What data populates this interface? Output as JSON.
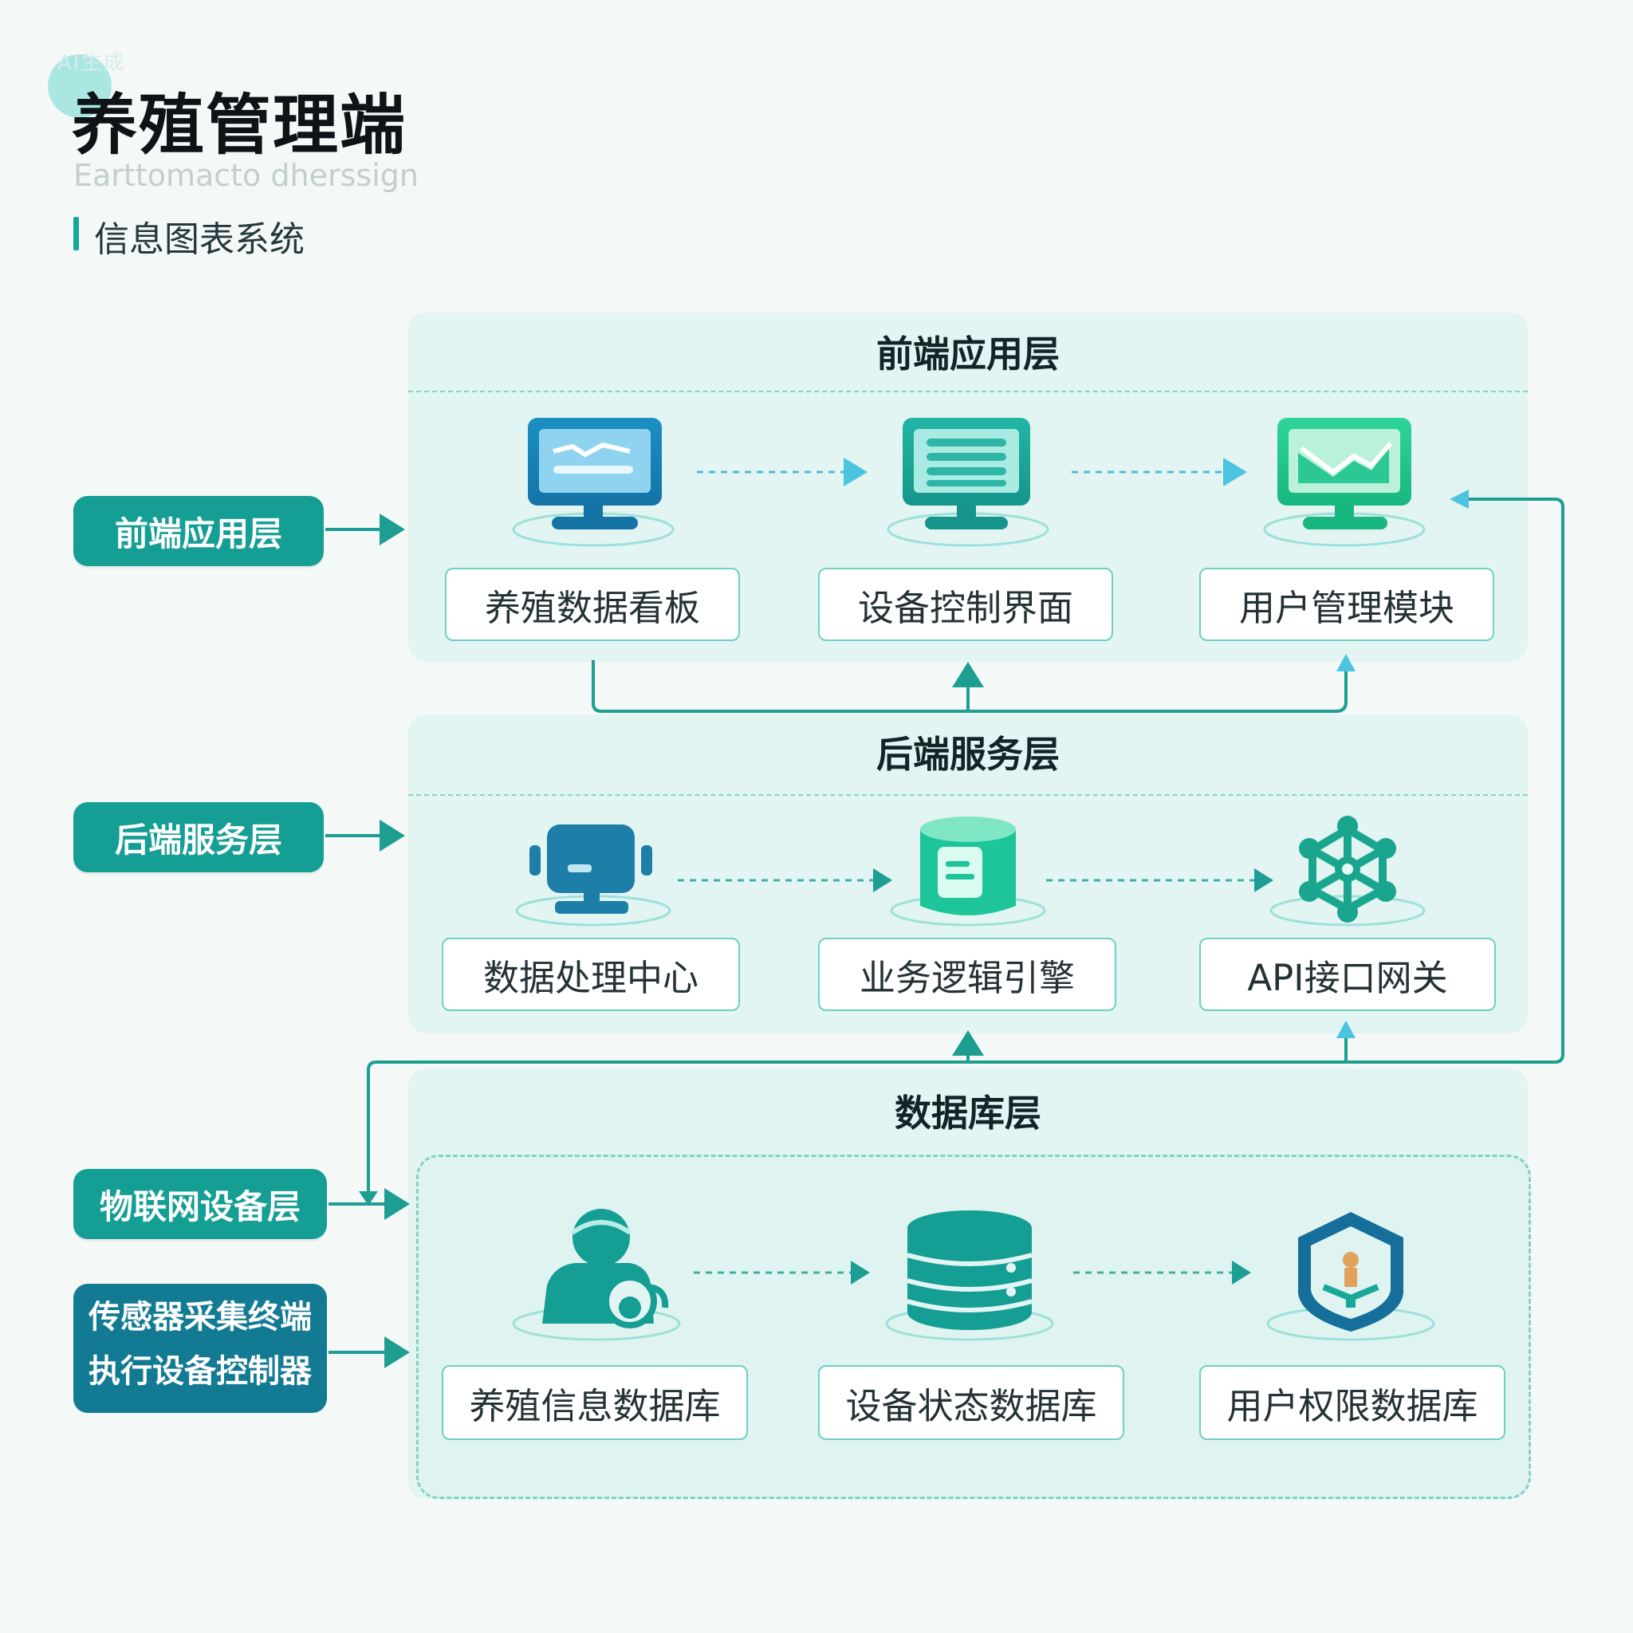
{
  "header": {
    "watermark": "AI生成",
    "title": "养殖管理端",
    "subtitle_en": "Earttomacto dherssign",
    "subtitle_cn": "信息图表系统"
  },
  "side_tags": {
    "frontend": "前端应用层",
    "backend": "后端服务层",
    "iot": "物联网设备层",
    "sensor_line1": "传感器采集终端",
    "sensor_line2": "执行设备控制器"
  },
  "layers": {
    "frontend": {
      "title": "前端应用层",
      "items": [
        {
          "label": "养殖数据看板",
          "icon": "monitor-chart-icon"
        },
        {
          "label": "设备控制界面",
          "icon": "monitor-list-icon"
        },
        {
          "label": "用户管理模块",
          "icon": "monitor-graph-icon"
        }
      ]
    },
    "backend": {
      "title": "后端服务层",
      "items": [
        {
          "label": "数据处理中心",
          "icon": "processor-icon"
        },
        {
          "label": "业务逻辑引擎",
          "icon": "cylinder-doc-icon"
        },
        {
          "label": "API接口网关",
          "icon": "network-hub-icon"
        }
      ]
    },
    "database": {
      "title": "数据库层",
      "items": [
        {
          "label": "养殖信息数据库",
          "icon": "farmer-icon"
        },
        {
          "label": "设备状态数据库",
          "icon": "database-stack-icon"
        },
        {
          "label": "用户权限数据库",
          "icon": "shield-icon"
        }
      ]
    }
  },
  "colors": {
    "teal": "#159e94",
    "dark_teal": "#137a93",
    "panel": "#e2f5f3",
    "connector": "#1e9e93",
    "arrow_light": "#4cc3e0"
  }
}
